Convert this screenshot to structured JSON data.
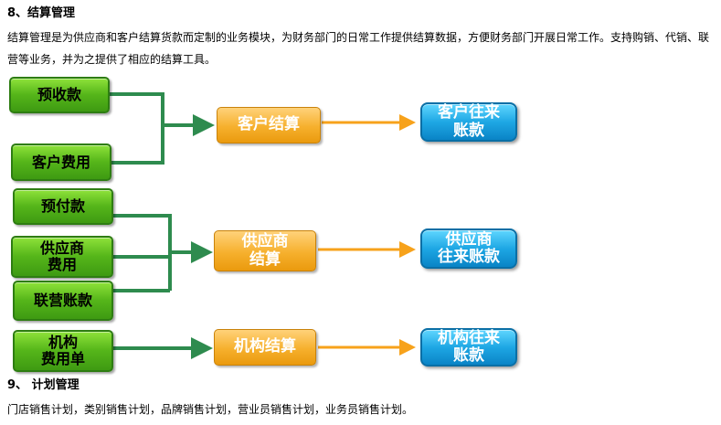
{
  "section8": {
    "heading": "8、结算管理",
    "paragraph": "结算管理是为供应商和客户结算货款而定制的业务模块，为财务部门的日常工作提供结算数据，方便财务部门开展日常工作。支持购销、代销、联营等业务，并为之提供了相应的结算工具。"
  },
  "flow": {
    "sources": {
      "prepaid_receipt": "预收款",
      "customer_fee": "客户费用",
      "prepayment": "预付款",
      "supplier_fee": "供应商\n费用",
      "joint_account": "联营账款",
      "agency_fee": "机构\n费用单"
    },
    "settlements": {
      "customer": "客户结算",
      "supplier": "供应商\n结算",
      "agency": "机构结算"
    },
    "accounts": {
      "customer": "客户往来\n账款",
      "supplier": "供应商\n往来账款",
      "agency": "机构往来\n账款"
    },
    "colors": {
      "green_line": "#2e8b4e",
      "orange_arrow": "#f7a21b"
    }
  },
  "section9": {
    "heading": "9、  计划管理",
    "paragraph": "门店销售计划，类别销售计划，品牌销售计划，营业员销售计划，业务员销售计划。"
  }
}
